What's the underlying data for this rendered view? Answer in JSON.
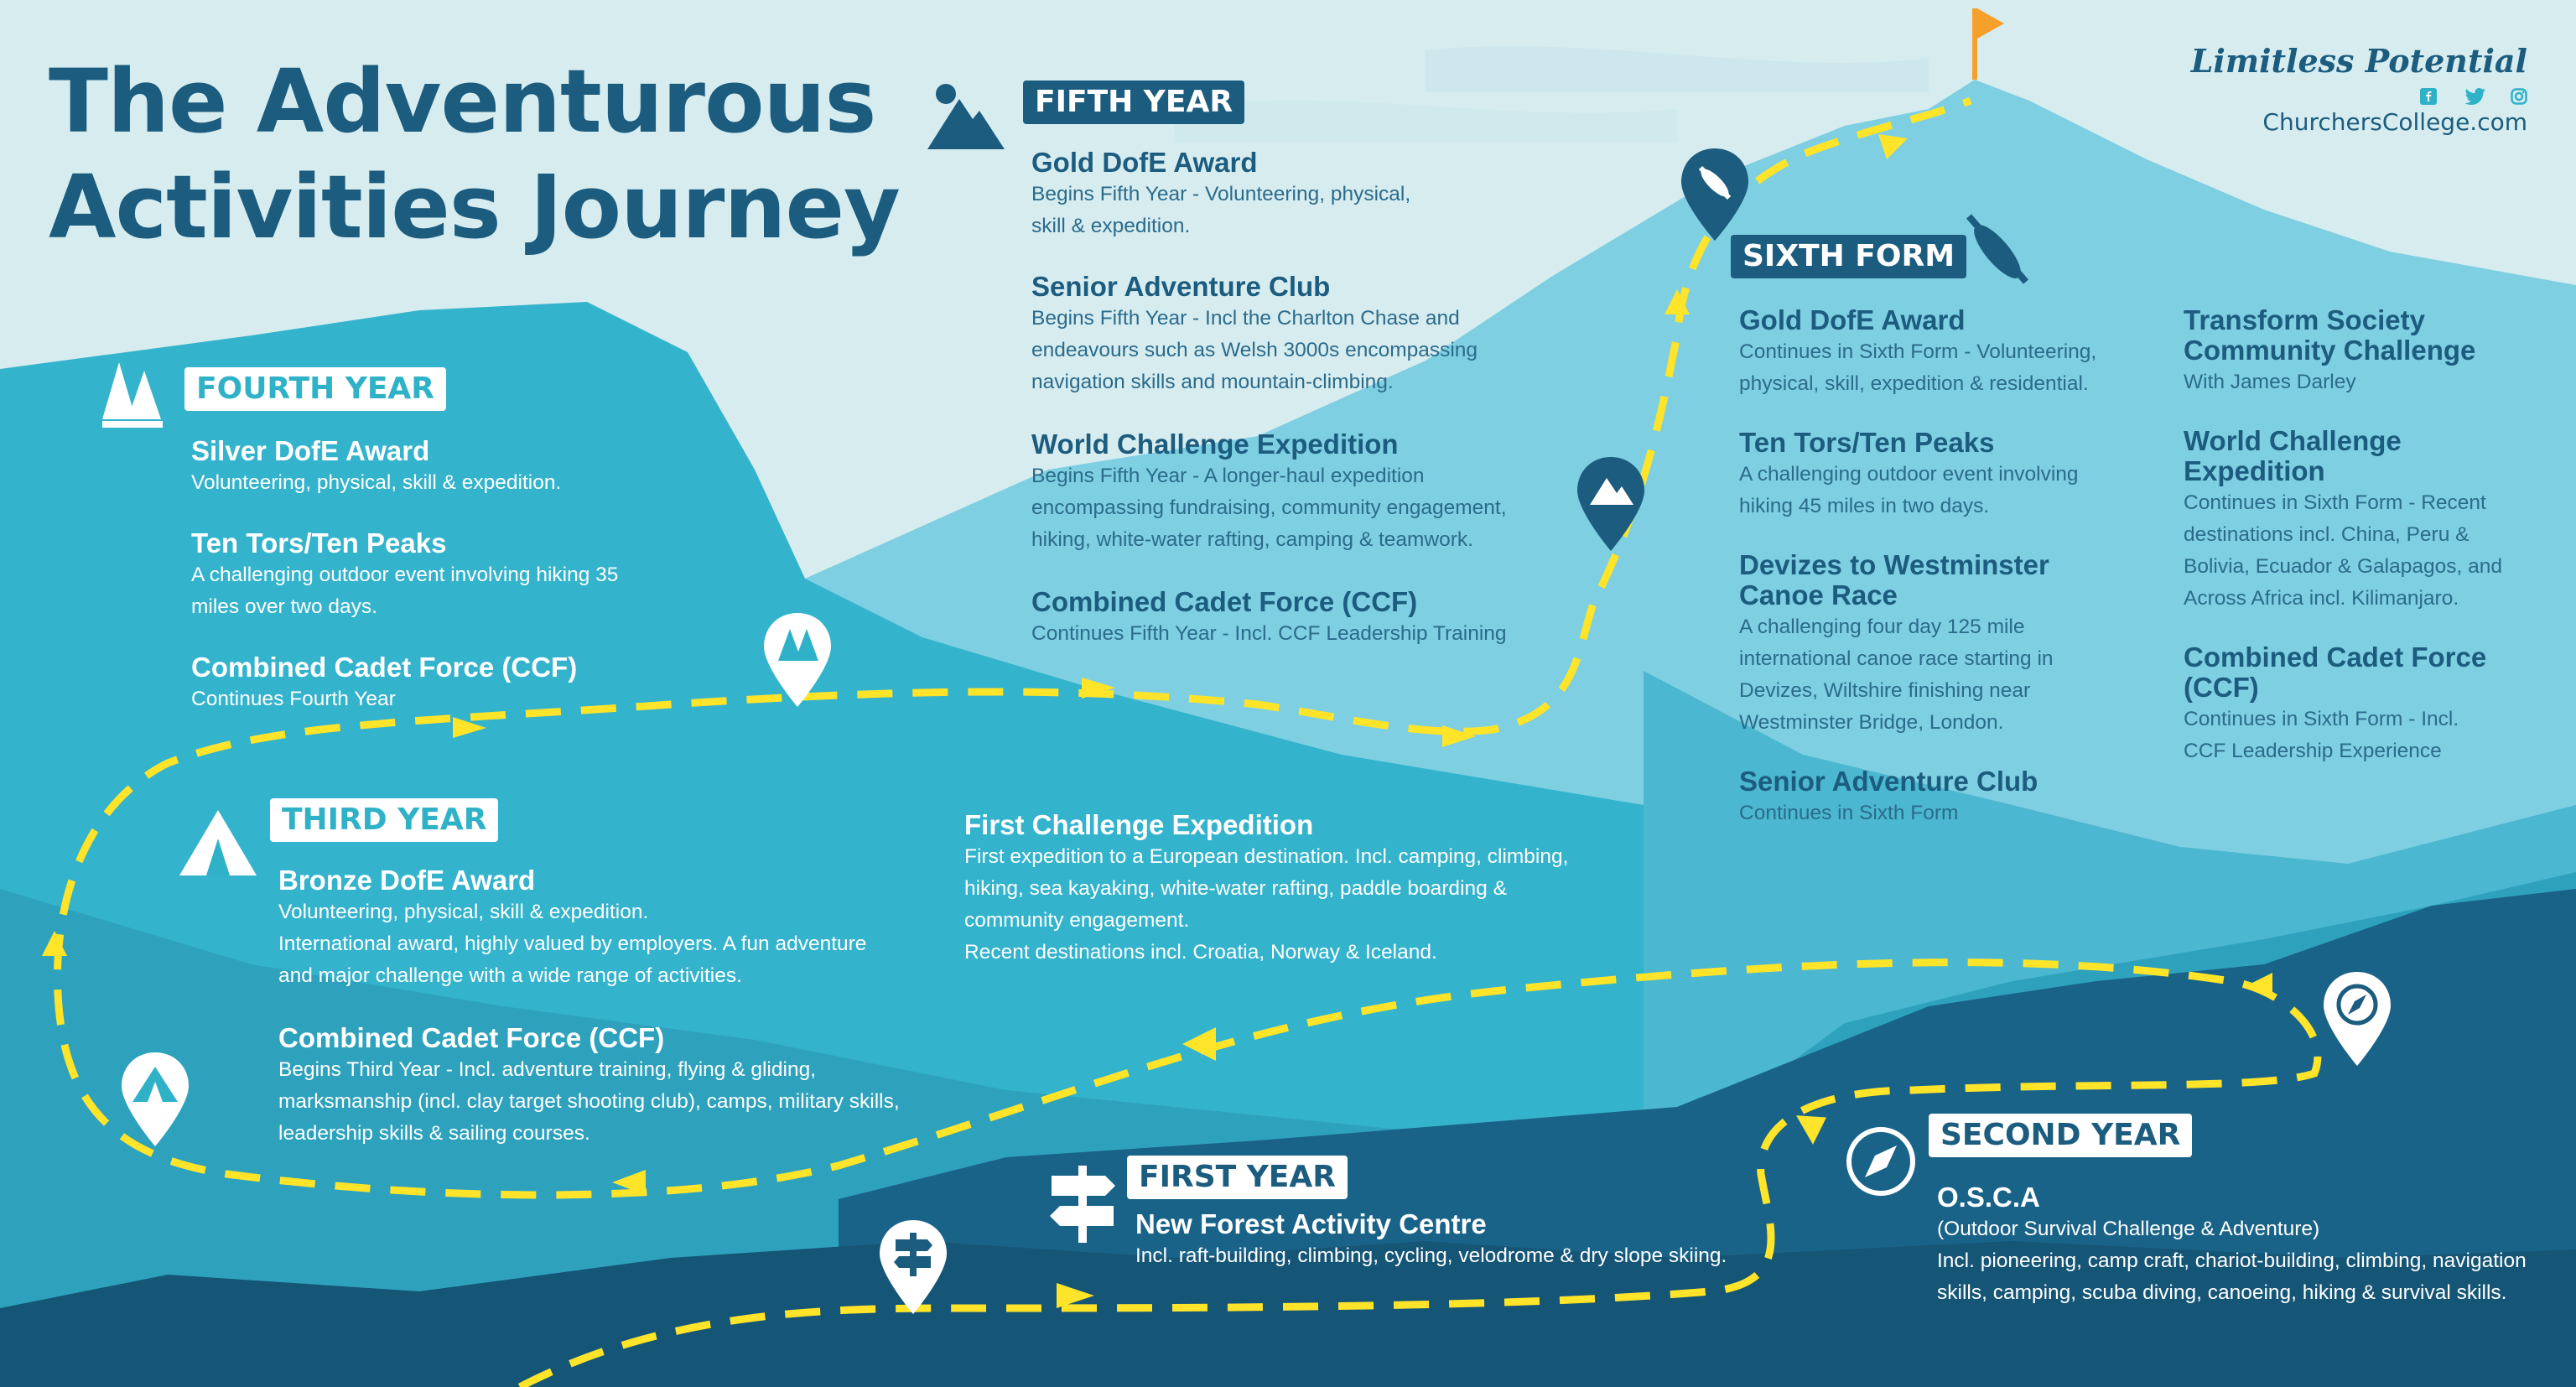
{
  "title": {
    "line1": "The Adventurous",
    "line2": "Activities Journey"
  },
  "brand": {
    "tagline": "Limitless Potential",
    "url": "ChurchersCollege.com",
    "icons": [
      "facebook-icon",
      "twitter-icon",
      "instagram-icon"
    ]
  },
  "colors": {
    "navy": "#1b5c7f",
    "teal": "#2fb2c7",
    "path_yellow": "#ffe42a",
    "flag_orange": "#f5a02a",
    "sky": "#d6ecef"
  },
  "fourth_year": {
    "badge": "FOURTH  YEAR",
    "items": [
      {
        "heading": "Silver DofE Award",
        "lines": [
          "Volunteering, physical, skill & expedition."
        ]
      },
      {
        "heading": "Ten Tors/Ten Peaks",
        "lines": [
          "A challenging outdoor event involving hiking 35",
          "miles over two days."
        ]
      },
      {
        "heading": "Combined Cadet Force (CCF)",
        "lines": [
          "Continues Fourth Year"
        ]
      }
    ]
  },
  "third_year": {
    "badge": "THIRD YEAR",
    "items": [
      {
        "heading": "Bronze DofE Award",
        "lines": [
          "Volunteering, physical, skill & expedition.",
          "International award, highly valued by employers.  A fun adventure",
          "and major challenge with a wide range of activities."
        ]
      },
      {
        "heading": "Combined Cadet Force (CCF)",
        "lines": [
          "Begins Third Year - Incl. adventure training, flying & gliding,",
          "marksmanship (incl. clay target shooting club), camps, military skills,",
          "leadership skills & sailing courses."
        ]
      }
    ]
  },
  "fifth_year": {
    "badge": "FIFTH YEAR",
    "items": [
      {
        "heading": "Gold DofE Award",
        "lines": [
          "Begins Fifth Year - Volunteering, physical,",
          "skill & expedition."
        ]
      },
      {
        "heading": "Senior Adventure Club",
        "lines": [
          "Begins Fifth Year - Incl the Charlton Chase and",
          "endeavours such as Welsh 3000s encompassing",
          "navigation skills and mountain-climbing."
        ]
      },
      {
        "heading": "World Challenge Expedition",
        "lines": [
          "Begins Fifth Year - A longer-haul expedition",
          "encompassing fundraising, community engagement,",
          "hiking, white-water rafting, camping & teamwork."
        ]
      },
      {
        "heading": "Combined Cadet Force (CCF)",
        "lines": [
          "Continues Fifth Year - Incl. CCF Leadership Training"
        ]
      }
    ]
  },
  "first_challenge": {
    "heading": "First Challenge Expedition",
    "lines": [
      "First expedition to a European destination.  Incl. camping, climbing,",
      "hiking, sea kayaking, white-water rafting, paddle boarding &",
      "community engagement.",
      "Recent destinations incl. Croatia, Norway & Iceland."
    ]
  },
  "sixth_form": {
    "badge": "SIXTH FORM",
    "col1": [
      {
        "heading": "Gold DofE Award",
        "lines": [
          "Continues in Sixth Form - Volunteering,",
          "physical, skill, expedition & residential."
        ]
      },
      {
        "heading": "Ten Tors/Ten Peaks",
        "lines": [
          "A challenging outdoor event involving",
          "hiking 45 miles in two days."
        ]
      },
      {
        "heading": [
          "Devizes to Westminster",
          "Canoe Race"
        ],
        "lines": [
          "A challenging four day 125 mile",
          "international canoe race starting in",
          "Devizes, Wiltshire finishing near",
          "Westminster Bridge, London."
        ]
      },
      {
        "heading": "Senior Adventure Club",
        "lines": [
          "Continues in Sixth Form"
        ]
      }
    ],
    "col2": [
      {
        "heading": [
          "Transform Society",
          "Community Challenge"
        ],
        "lines": [
          "With James Darley"
        ]
      },
      {
        "heading": [
          "World Challenge",
          "Expedition"
        ],
        "lines": [
          "Continues in Sixth Form - Recent",
          "destinations incl. China, Peru &",
          "Bolivia, Ecuador & Galapagos, and",
          "Across Africa incl. Kilimanjaro."
        ]
      },
      {
        "heading": [
          "Combined Cadet Force",
          "(CCF)"
        ],
        "lines": [
          "Continues in Sixth Form - Incl.",
          "CCF Leadership Experience"
        ]
      }
    ]
  },
  "first_year": {
    "badge": "FIRST YEAR",
    "heading": "New Forest Activity Centre",
    "lines": [
      "Incl. raft-building, climbing, cycling, velodrome & dry slope skiing."
    ]
  },
  "second_year": {
    "badge": "SECOND YEAR",
    "heading": "O.S.C.A",
    "lines": [
      "(Outdoor Survival Challenge & Adventure)",
      "Incl.  pioneering, camp craft, chariot-building, climbing, navigation",
      "skills, camping, scuba diving, canoeing, hiking & survival skills."
    ]
  }
}
